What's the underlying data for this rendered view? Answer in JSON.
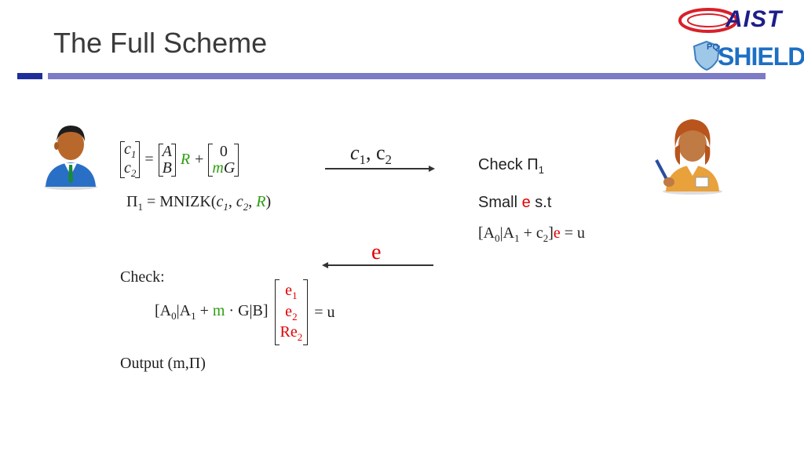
{
  "slide": {
    "title": "The Full Scheme"
  },
  "logos": {
    "aist": "AIST",
    "pq": "PQ",
    "shield": "SHIELD"
  },
  "sender": {
    "eq_c1": "c",
    "eq_c1_sub": "1",
    "eq_c2": "c",
    "eq_c2_sub": "2",
    "eq_equals": "=",
    "eq_A": "A",
    "eq_B": "B",
    "eq_R": "R",
    "eq_plus": "+",
    "eq_zero": "0",
    "eq_mG": "mG",
    "pi_line_pi": "Π",
    "pi_line_sub": "1",
    "pi_line_rest": " = MNIZK(",
    "pi_line_c1": "c",
    "pi_line_c2": "c",
    "pi_line_R": "R",
    "pi_line_close": ")"
  },
  "arrow_right_label": {
    "c1": "c",
    "c1_sub": "1",
    "sep": ", ",
    "c2": "c",
    "c2_sub": "2"
  },
  "arrow_left_label": "e",
  "receiver": {
    "check_pi": "Check Π",
    "check_pi_sub": "1",
    "small_pre": "Small ",
    "small_e": "e",
    "small_post": " s.t",
    "eq_open": "[A",
    "eq_a0_sub": "0",
    "eq_mid": "|A",
    "eq_a1_sub": "1",
    "eq_plus": " + c",
    "eq_c2_sub": "2",
    "eq_close": "]",
    "eq_e": "e",
    "eq_rhs": " = u"
  },
  "verify": {
    "check_label": "Check:",
    "lhs_open": "[A",
    "lhs_a0_sub": "0",
    "lhs_mid": "|A",
    "lhs_a1_sub": "1",
    "lhs_plus": " + ",
    "lhs_m": "m",
    "lhs_rest": " · G|B]",
    "vec_e1": "e",
    "vec_e1_sub": "1",
    "vec_e2": "e",
    "vec_e2_sub": "2",
    "vec_re2": "Re",
    "vec_re2_sub": "2",
    "rhs": "= u",
    "output": "Output (m,Π)"
  },
  "colors": {
    "title_bar_dark": "#1f2f9a",
    "title_bar_light": "#7b7bc6",
    "highlight_green": "#2e9e12",
    "highlight_red": "#e00000"
  },
  "icons": {
    "sender": "male-user-avatar-icon",
    "receiver": "female-user-avatar-icon"
  }
}
